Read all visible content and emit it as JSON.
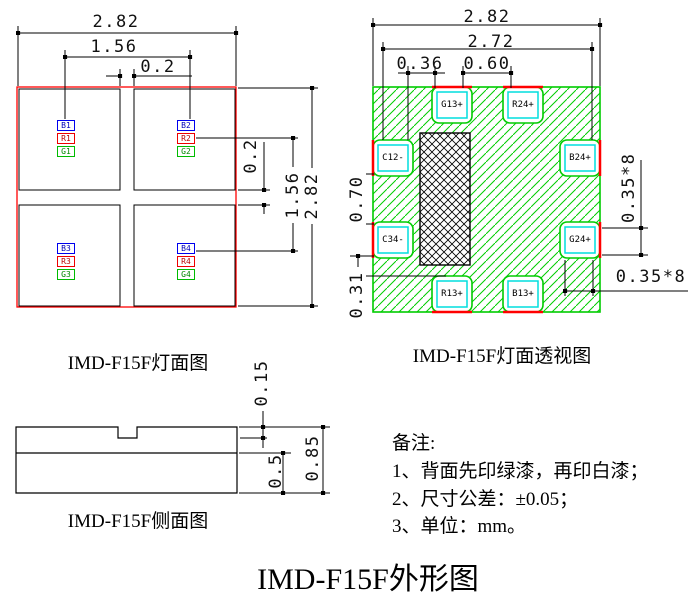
{
  "main_title": "IMD-F15F外形图",
  "lamp_face_view": {
    "caption": "IMD-F15F灯面图",
    "dim_width_top": "2.82",
    "dim_pitch_top": "1.56",
    "dim_gap_top": "0.2",
    "dim_gap_right": "0.2",
    "dim_pitch_right": "1.56",
    "dim_height_right": "2.82",
    "chips": [
      "B1",
      "R1",
      "G1",
      "B2",
      "R2",
      "G2",
      "B3",
      "R3",
      "G3",
      "B4",
      "R4",
      "G4"
    ]
  },
  "perspective_view": {
    "caption": "IMD-F15F灯面透视图",
    "dim_width": "2.82",
    "dim_inner_width": "2.72",
    "dim_pad_offset": "0.36",
    "dim_pad_gap": "0.60",
    "dim_left_pitch": "0.70",
    "dim_left_offset": "0.31",
    "dim_pad_height": "0.35*8",
    "dim_pad_width": "0.35*8",
    "pads": [
      "G13+",
      "R24+",
      "C12-",
      "B24+",
      "C34-",
      "G24+",
      "R13+",
      "B13+"
    ]
  },
  "side_view": {
    "caption": "IMD-F15F侧面图",
    "dim_notch_depth": "0.15",
    "dim_bottom_height": "0.5",
    "dim_total_height": "0.85"
  },
  "notes": {
    "heading": "备注:",
    "line1": "1、背面先印绿漆，再印白漆；",
    "line2": "2、尺寸公差：±0.05；",
    "line3": "3、单位：mm。"
  },
  "colors": {
    "outline_red": "#ff0000",
    "board_green": "#00cc00",
    "pad_cyan": "#00dddd",
    "chip_blue": "#0000ee",
    "line_black": "#000000"
  }
}
